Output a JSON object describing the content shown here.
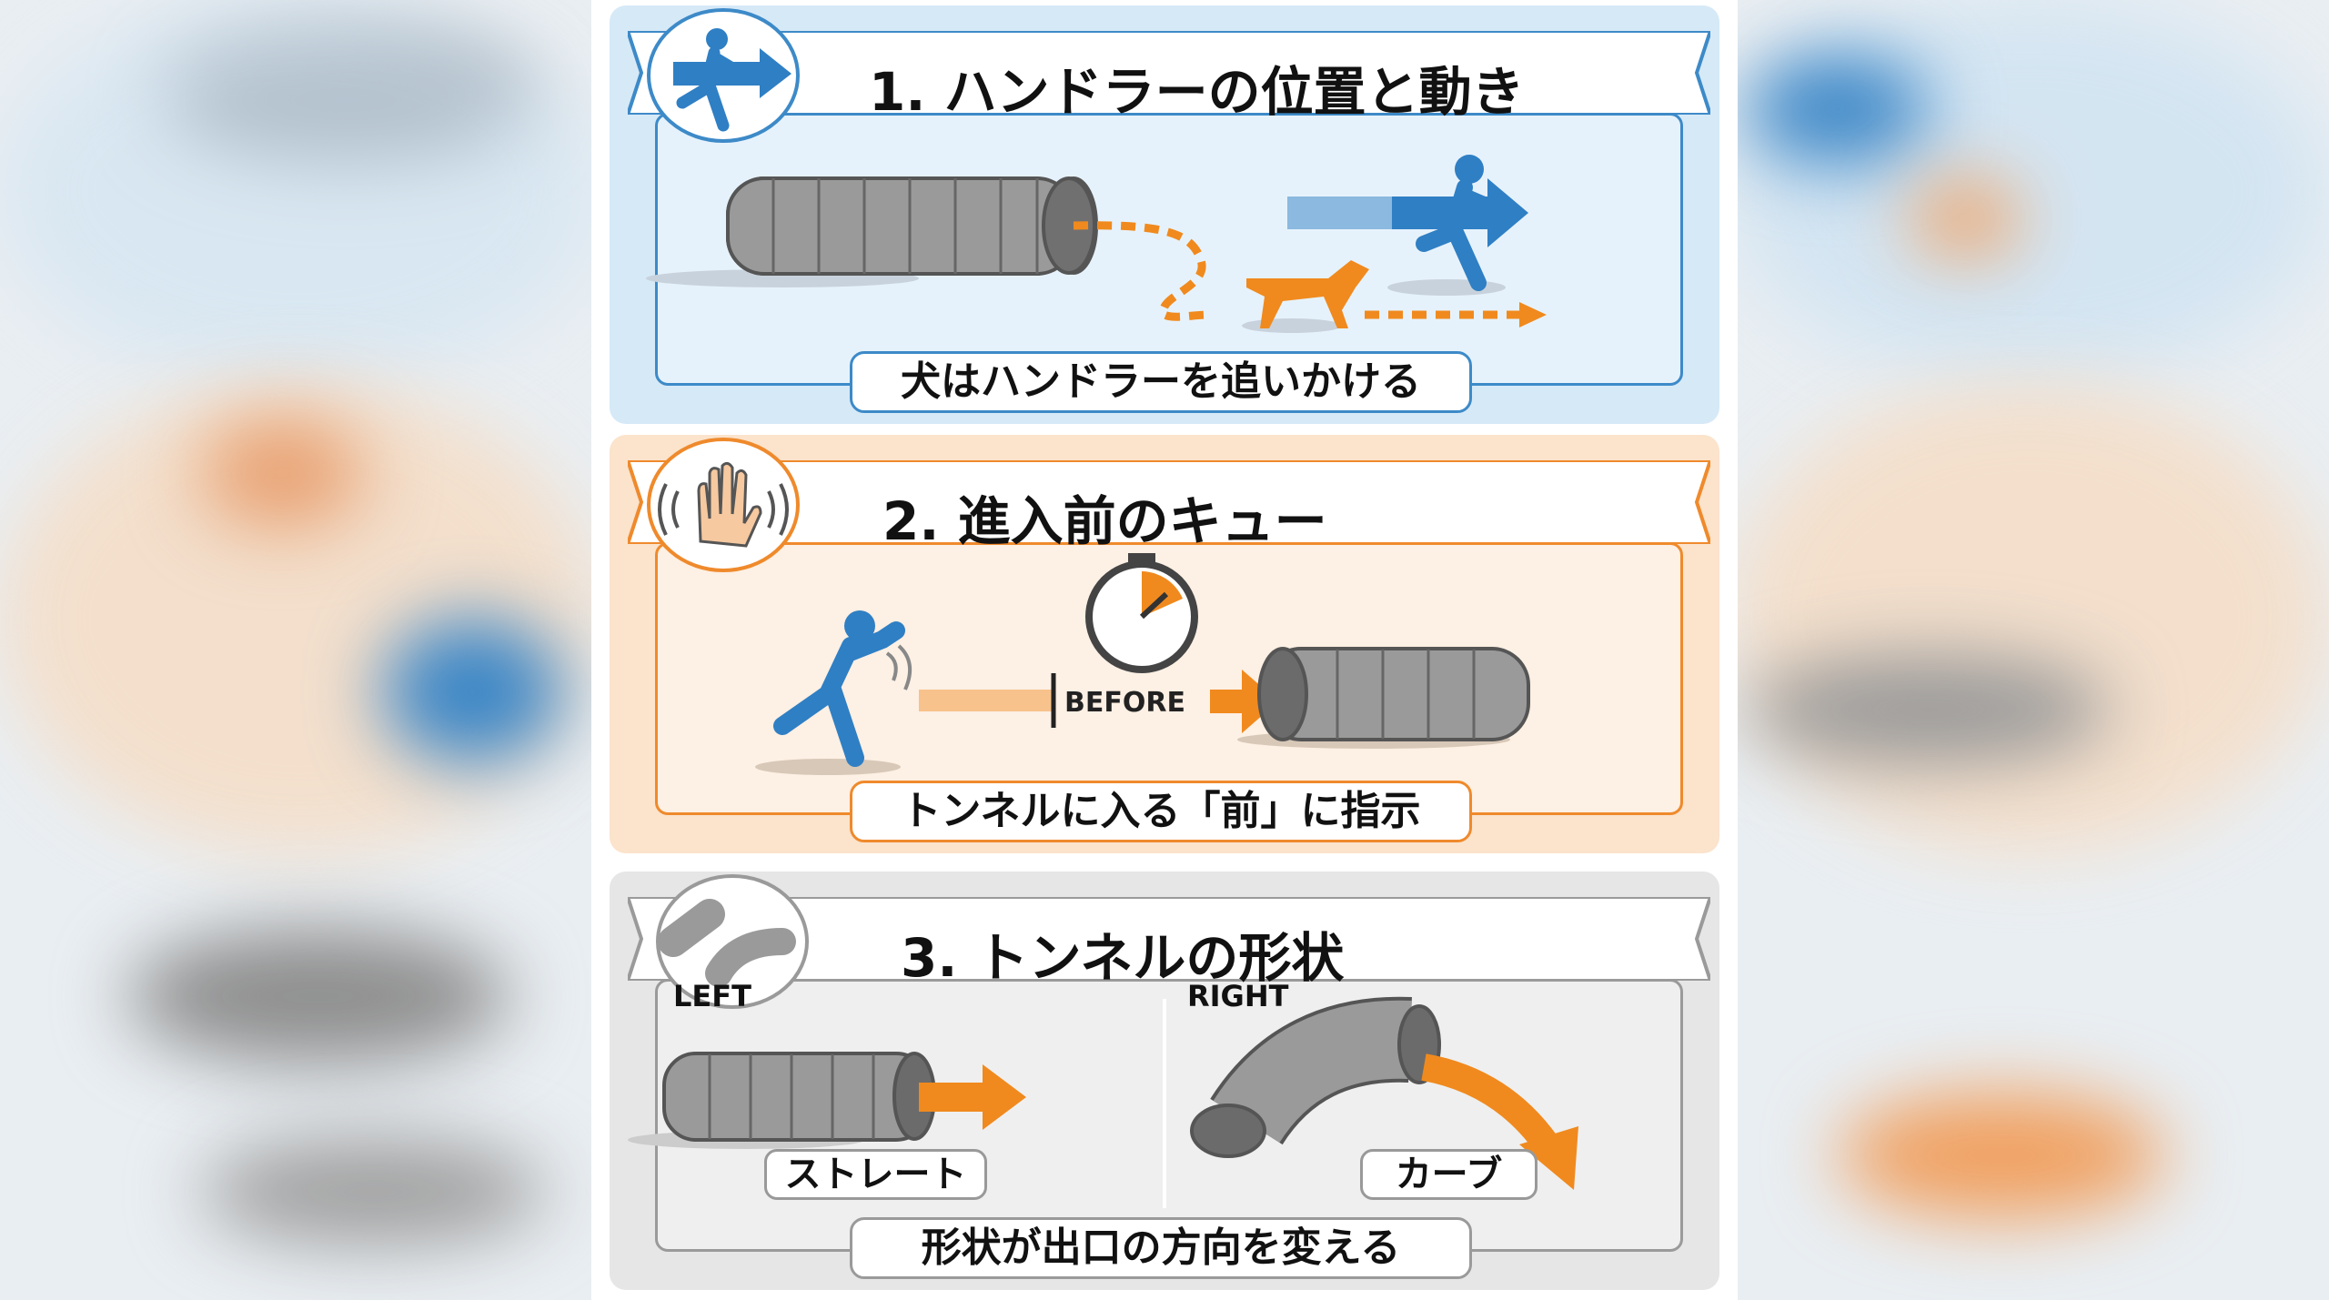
{
  "sections": [
    {
      "title": "1. ハンドラーの位置と動き",
      "caption": "犬はハンドラーを追いかける"
    },
    {
      "title": "2. 進入前のキュー",
      "caption": "トンネルに入る「前」に指示",
      "timing_label": "BEFORE"
    },
    {
      "title": "3. トンネルの形状",
      "caption": "形状が出口の方向を変える",
      "left_label": "LEFT",
      "right_label": "RIGHT",
      "left_shape": "ストレート",
      "right_shape": "カーブ"
    }
  ],
  "colors": {
    "blue": "#2f7fc4",
    "orange": "#f08a1e",
    "gray": "#8e8e8e"
  }
}
